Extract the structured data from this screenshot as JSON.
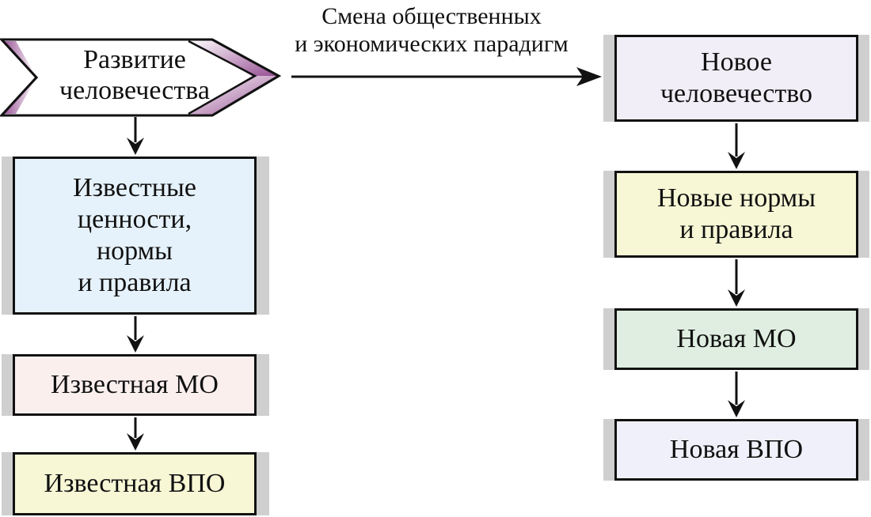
{
  "diagram": {
    "start_node": {
      "label": "Развитие\nчеловечества"
    },
    "transition_label": "Смена общественных\nи экономических парадигм",
    "left_column": [
      {
        "label": "Известные\nценности,\nнормы\nи правила",
        "fill": "#e6f2fb"
      },
      {
        "label": "Известная МО",
        "fill": "#fbefee"
      },
      {
        "label": "Известная ВПО",
        "fill": "#f7f7d6"
      }
    ],
    "right_column": [
      {
        "label": "Новое\nчеловечество",
        "fill": "#f1eef7"
      },
      {
        "label": "Новые нормы\nи правила",
        "fill": "#f7f7d6"
      },
      {
        "label": "Новая МО",
        "fill": "#dfeee0"
      },
      {
        "label": "Новая ВПО",
        "fill": "#f0f0fa"
      }
    ],
    "colors": {
      "chevron_accent": "#8a3a86",
      "stroke": "#111111",
      "shadow": "#cfcfcf"
    }
  }
}
